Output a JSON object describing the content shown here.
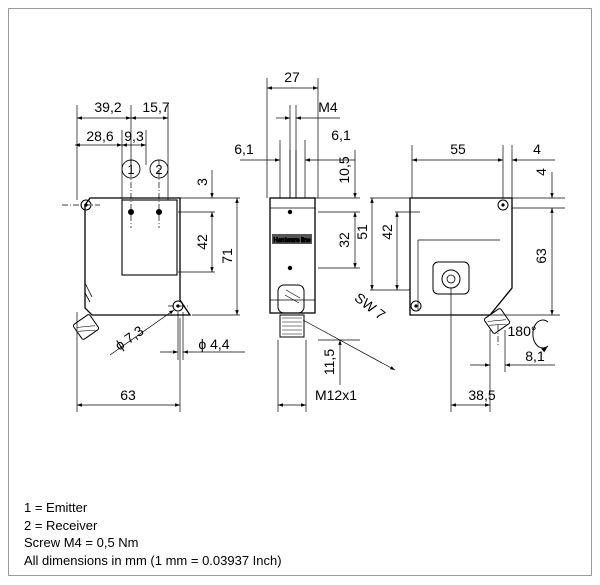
{
  "dimensions": {
    "front_width_39_2": "39,2",
    "front_width_15_7": "15,7",
    "front_width_28_6": "28,6",
    "front_width_9_3": "9,3",
    "front_height_3": "3",
    "front_height_42": "42",
    "front_height_71": "71",
    "front_diameter_7_3": "ϕ 7,3",
    "front_diameter_4_4": "ϕ 4,4",
    "front_bottom_63": "63",
    "side_top_27": "27",
    "side_thread_m4": "M4",
    "side_left_6_1": "6,1",
    "side_right_6_1": "6,1",
    "side_height_10_5": "10,5",
    "side_height_32": "32",
    "side_height_11_5": "11,5",
    "side_connector_m12x1": "M12x1",
    "side_wrench_sw7": "SW 7",
    "back_top_55": "55",
    "back_top_4": "4",
    "back_right_4": "4",
    "back_height_51": "51",
    "back_height_42": "42",
    "back_height_63": "63",
    "back_rotation_180": "180°",
    "back_offset_8_1": "8,1",
    "back_bottom_38_5": "38,5"
  },
  "markers": {
    "emitter_marker": "1",
    "receiver_marker": "2"
  },
  "labels": {
    "side_label_plate": "Hardware line"
  },
  "legend": [
    "1 =  Emitter",
    "2 =  Receiver",
    "Screw M4 = 0,5 Nm",
    "All dimensions in mm (1 mm = 0.03937 Inch)"
  ]
}
